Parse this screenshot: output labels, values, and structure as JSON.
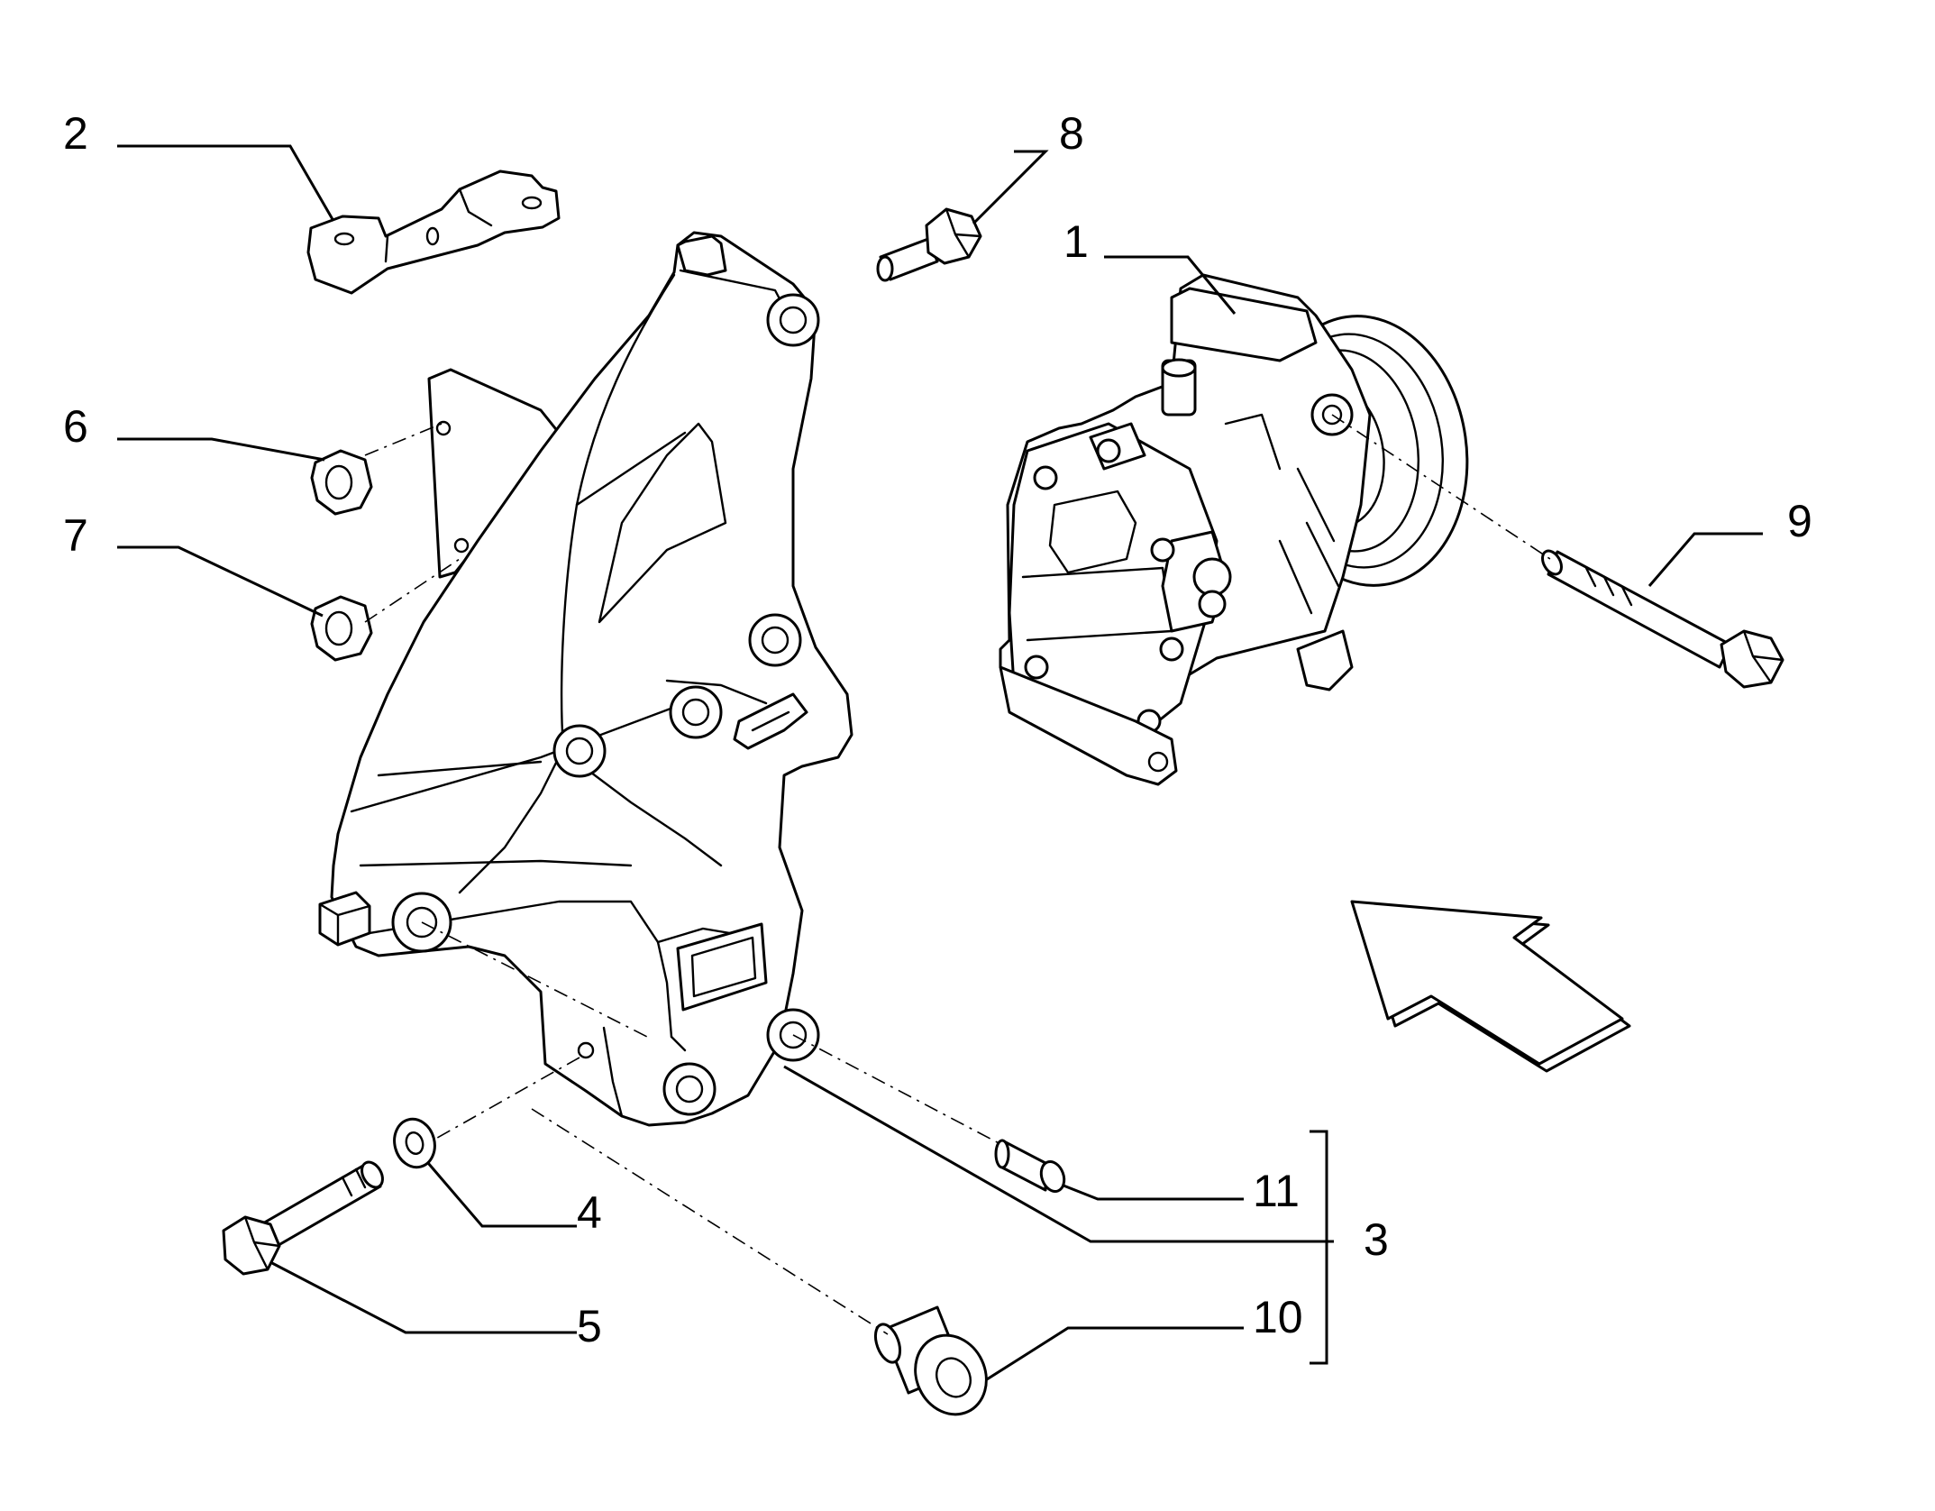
{
  "callouts": [
    {
      "id": "1",
      "text": "1"
    },
    {
      "id": "2",
      "text": "2"
    },
    {
      "id": "3",
      "text": "3"
    },
    {
      "id": "4",
      "text": "4"
    },
    {
      "id": "5",
      "text": "5"
    },
    {
      "id": "6",
      "text": "6"
    },
    {
      "id": "7",
      "text": "7"
    },
    {
      "id": "8",
      "text": "8"
    },
    {
      "id": "9",
      "text": "9"
    },
    {
      "id": "10",
      "text": "10"
    },
    {
      "id": "11",
      "text": "11"
    }
  ],
  "style": {
    "line_color": "#000000",
    "background": "#ffffff"
  }
}
